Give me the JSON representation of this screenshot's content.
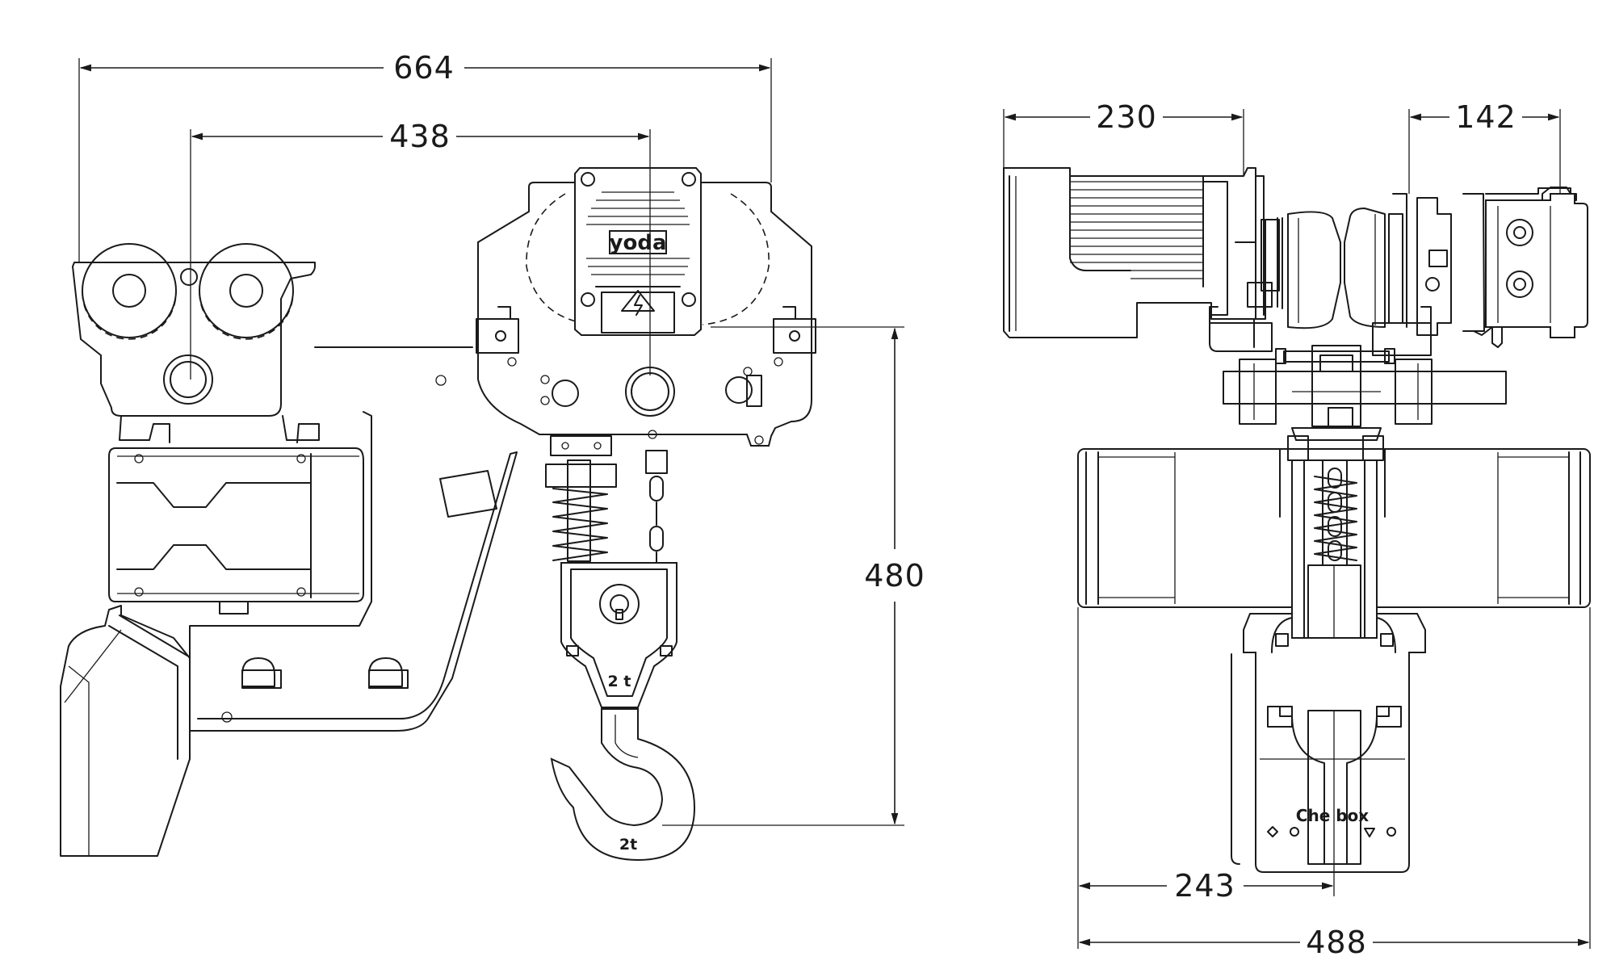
{
  "dimensions": {
    "overall_width_side": "664",
    "hook_offset_side": "438",
    "height": "480",
    "front_left": "230",
    "front_right": "142",
    "front_center": "243",
    "front_overall": "488"
  },
  "labels": {
    "block_capacity": "2 t",
    "hook_capacity": "2t",
    "brand_label": "Che box",
    "cover_logo": "yoda"
  }
}
